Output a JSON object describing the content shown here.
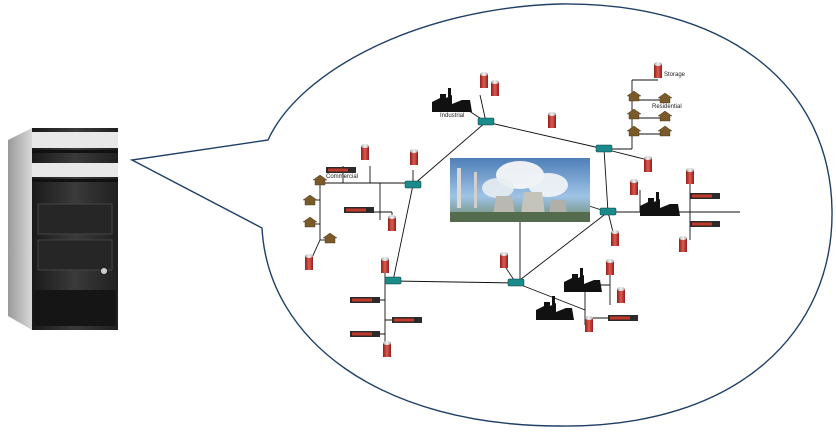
{
  "labels": {
    "storage": "Storage",
    "residential": "Residential",
    "industrial": "Industrial",
    "commercial": "Commercial"
  },
  "colors": {
    "bubble_stroke": "#1f3f66",
    "link": "#111111",
    "router": "#1a8a8a",
    "db_top": "#d7d7d7",
    "db_body": "#c0392b",
    "server_panel": "#2b2b2b"
  },
  "icons": {
    "computer": "tower-computer-icon",
    "datacenter_photo": "power-plant-image",
    "router": "router-icon",
    "database": "database-icon",
    "factory": "factory-icon",
    "server_rack": "rack-server-icon",
    "house": "house-icon"
  }
}
